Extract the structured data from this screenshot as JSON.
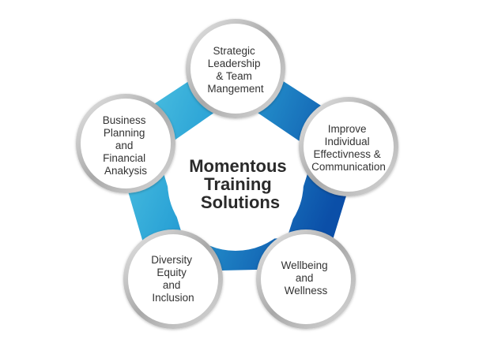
{
  "center": {
    "lines": [
      "Momentous",
      "Training",
      "Solutions"
    ]
  },
  "nodes": [
    {
      "id": "strategic-leadership",
      "lines": [
        "Strategic",
        "Leadership",
        "& Team",
        "Mangement"
      ]
    },
    {
      "id": "improve-effectiveness",
      "lines": [
        "Improve",
        "Individual",
        "Effectivness &",
        "Communication"
      ]
    },
    {
      "id": "wellbeing",
      "lines": [
        "Wellbeing",
        "and",
        "Wellness"
      ]
    },
    {
      "id": "diversity",
      "lines": [
        "Diversity",
        "Equity",
        "and",
        "Inclusion"
      ]
    },
    {
      "id": "business-planning",
      "lines": [
        "Business",
        "Planning",
        "and",
        "Financial",
        "Anakysis"
      ]
    }
  ],
  "colors": {
    "ring_light": "#5ed0e6",
    "ring_mid": "#2ba3d6",
    "ring_dark": "#0b4fa8",
    "circle_fill": "#ffffff",
    "circle_rim": "#bdbdbd",
    "text": "#333333"
  }
}
